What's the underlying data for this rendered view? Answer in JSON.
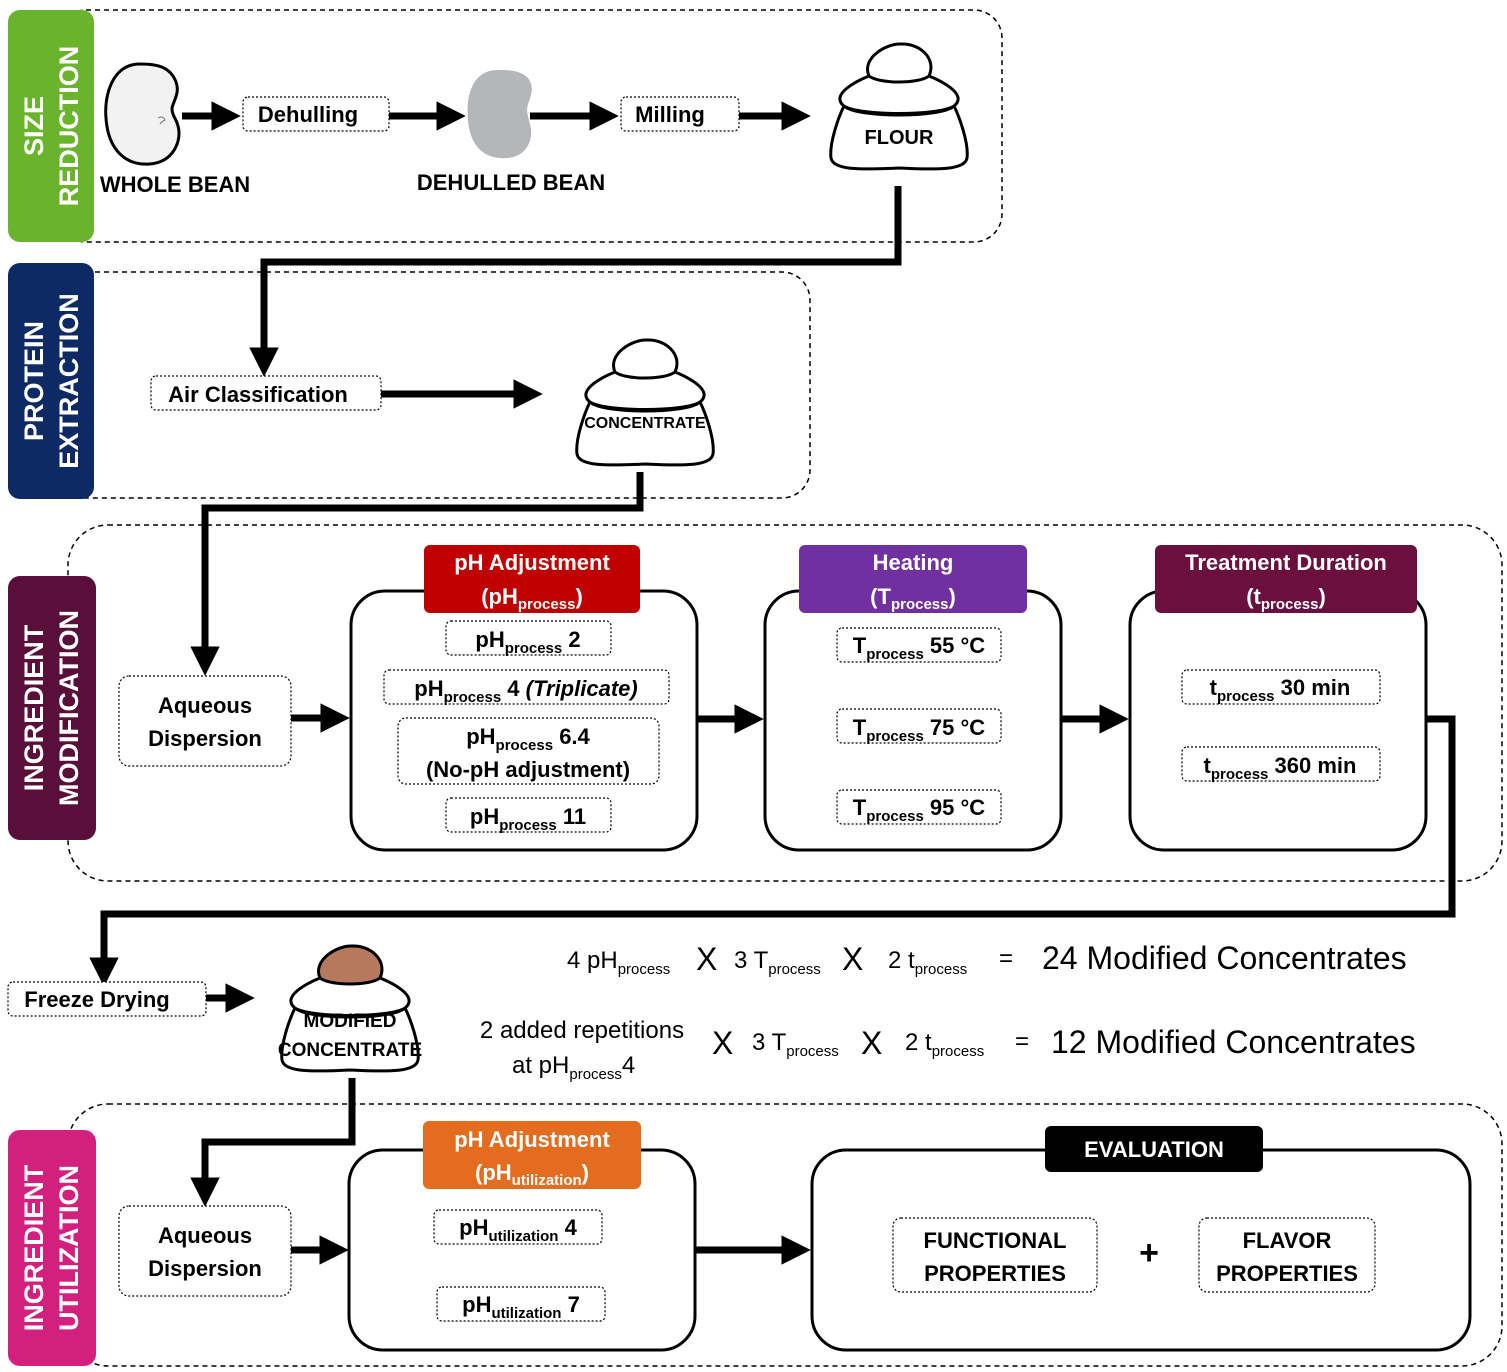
{
  "colors": {
    "size_reduction": "#6ab42d",
    "protein_extraction": "#0d2a64",
    "ingredient_modification": "#5a0f3a",
    "ingredient_utilization": "#d31f7d",
    "ph_adjustment": "#c00000",
    "heating": "#7030a0",
    "treatment_duration": "#6b0f3e",
    "ph_adjustment_utilization": "#e46c1f",
    "evaluation": "#000000",
    "bean_dehulled": "#b4b6b8",
    "modified_flour": "#b57a5e"
  },
  "icons": {
    "whole_bean": "bean-icon",
    "dehulled_bean": "bean-icon",
    "flour": "flour-sack-icon",
    "concentrate": "flour-sack-icon",
    "modified_concentrate": "flour-sack-icon"
  },
  "stages": {
    "size_reduction": [
      "SIZE",
      "REDUCTION"
    ],
    "protein_extraction": [
      "PROTEIN",
      "EXTRACTION"
    ],
    "ingredient_modification": [
      "INGREDIENT",
      "MODIFICATION"
    ],
    "ingredient_utilization": [
      "INGREDIENT",
      "UTILIZATION"
    ]
  },
  "size_reduction": {
    "whole_bean": "WHOLE BEAN",
    "dehulling": "Dehulling",
    "dehulled_bean": "DEHULLED BEAN",
    "milling": "Milling",
    "flour": "FLOUR"
  },
  "protein_extraction": {
    "air_classification": "Air Classification",
    "concentrate": "CONCENTRATE"
  },
  "ingredient_modification": {
    "aqueous_dispersion": [
      "Aqueous",
      "Dispersion"
    ],
    "ph_adjustment": {
      "title": "pH Adjustment",
      "param": "(pH",
      "param_sub": "process",
      "param_close": ")",
      "options": [
        {
          "base": "pH",
          "sub": "process",
          "value": " 2",
          "note": ""
        },
        {
          "base": "pH",
          "sub": "process",
          "value": " 4 ",
          "note": "(Triplicate)"
        },
        {
          "base": "pH",
          "sub": "process",
          "value": " 6.4",
          "note": "(No-pH adjustment)"
        },
        {
          "base": "pH",
          "sub": "process",
          "value": " 11",
          "note": ""
        }
      ]
    },
    "heating": {
      "title": "Heating",
      "param": "(T",
      "param_sub": "process",
      "param_close": ")",
      "options": [
        {
          "base": "T",
          "sub": "process",
          "value": " 55 °C"
        },
        {
          "base": "T",
          "sub": "process",
          "value": " 75 °C"
        },
        {
          "base": "T",
          "sub": "process",
          "value": " 95 °C"
        }
      ]
    },
    "duration": {
      "title": "Treatment Duration",
      "param": "(t",
      "param_sub": "process",
      "param_close": ")",
      "options": [
        {
          "base": "t",
          "sub": "process",
          "value": " 30 min"
        },
        {
          "base": "t",
          "sub": "process",
          "value": " 360 min"
        }
      ]
    }
  },
  "drying": {
    "freeze_drying": "Freeze Drying",
    "modified_concentrate": [
      "MODIFIED",
      "CONCENTRATE"
    ]
  },
  "equations": {
    "eq1": {
      "a": "4 pH",
      "a_sub": "process",
      "x1": "X",
      "b": "3 T",
      "b_sub": "process",
      "x2": "X",
      "c": "2 t",
      "c_sub": "process",
      "eq": "=",
      "result": "24 Modified Concentrates"
    },
    "eq2": {
      "a_line1": "2 added repetitions",
      "a_line2": "at pH",
      "a_sub": "process",
      "a_tail": "4",
      "x1": "X",
      "b": "3 T",
      "b_sub": "process",
      "x2": "X",
      "c": "2 t",
      "c_sub": "process",
      "eq": "=",
      "result": "12 Modified Concentrates"
    }
  },
  "ingredient_utilization": {
    "aqueous_dispersion": [
      "Aqueous",
      "Dispersion"
    ],
    "ph_adjustment": {
      "title": "pH Adjustment",
      "param": "(pH",
      "param_sub": "utilization",
      "param_close": ")",
      "options": [
        {
          "base": "pH",
          "sub": "utilization",
          "value": " 4"
        },
        {
          "base": "pH",
          "sub": "utilization",
          "value": " 7"
        }
      ]
    },
    "evaluation": {
      "title": "EVALUATION",
      "functional": [
        "FUNCTIONAL",
        "PROPERTIES"
      ],
      "plus": "+",
      "flavor": [
        "FLAVOR",
        "PROPERTIES"
      ]
    }
  }
}
